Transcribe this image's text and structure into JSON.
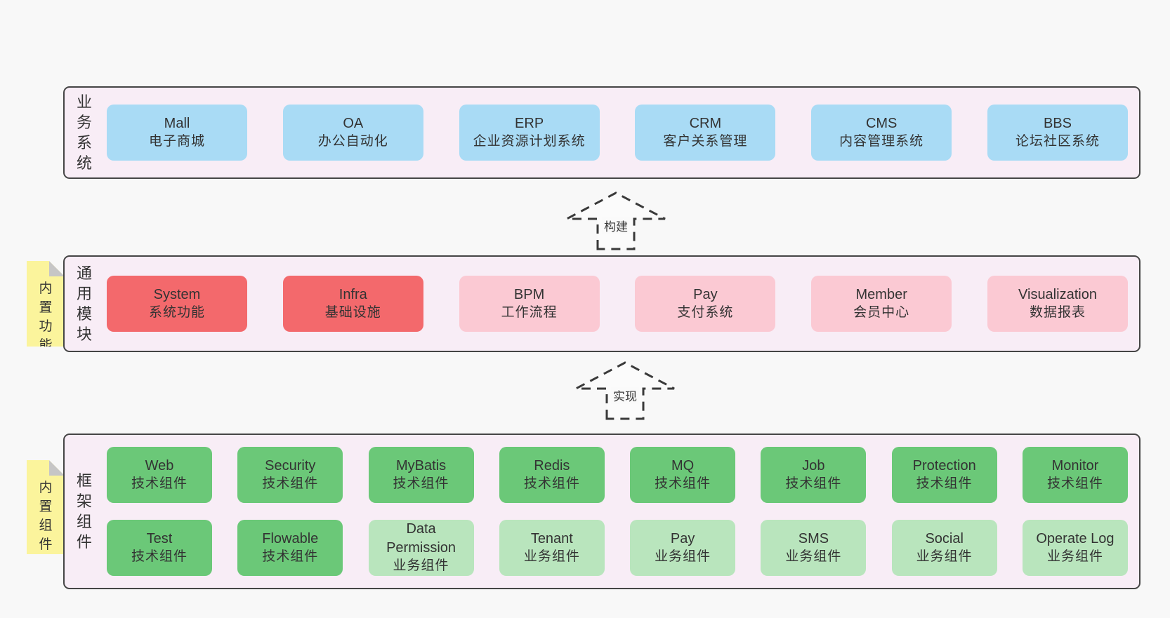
{
  "palette": {
    "page_background": "#f8f8f8",
    "band_background": "#f8edf6",
    "band_border": "#454545",
    "blue_box": "#a9dbf5",
    "red_box": "#f3696c",
    "pink_box": "#fbc9d3",
    "green_box": "#6bc878",
    "green_light_box": "#b9e5bd",
    "sticky_yellow": "#fbf49c",
    "sticky_fold_gray": "#c6c6c6",
    "arrow_dash": "#3a3a3a",
    "text": "#333333"
  },
  "arrows": [
    {
      "label": "构建"
    },
    {
      "label": "实现"
    }
  ],
  "bands": [
    {
      "label": "业务系统",
      "boxes": [
        {
          "name": "Mall",
          "desc": "电子商城",
          "variant": "blue"
        },
        {
          "name": "OA",
          "desc": "办公自动化",
          "variant": "blue"
        },
        {
          "name": "ERP",
          "desc": "企业资源计划系统",
          "variant": "blue"
        },
        {
          "name": "CRM",
          "desc": "客户关系管理",
          "variant": "blue"
        },
        {
          "name": "CMS",
          "desc": "内容管理系统",
          "variant": "blue"
        },
        {
          "name": "BBS",
          "desc": "论坛社区系统",
          "variant": "blue"
        }
      ]
    },
    {
      "label": "通用模块",
      "sticky": "内置功能",
      "boxes": [
        {
          "name": "System",
          "desc": "系统功能",
          "variant": "red"
        },
        {
          "name": "Infra",
          "desc": "基础设施",
          "variant": "red"
        },
        {
          "name": "BPM",
          "desc": "工作流程",
          "variant": "pink"
        },
        {
          "name": "Pay",
          "desc": "支付系统",
          "variant": "pink"
        },
        {
          "name": "Member",
          "desc": "会员中心",
          "variant": "pink"
        },
        {
          "name": "Visualization",
          "desc": "数据报表",
          "variant": "pink"
        }
      ]
    },
    {
      "label": "框架组件",
      "sticky": "内置组件",
      "rows": [
        [
          {
            "name": "Web",
            "desc": "技术组件",
            "variant": "green"
          },
          {
            "name": "Security",
            "desc": "技术组件",
            "variant": "green"
          },
          {
            "name": "MyBatis",
            "desc": "技术组件",
            "variant": "green"
          },
          {
            "name": "Redis",
            "desc": "技术组件",
            "variant": "green"
          },
          {
            "name": "MQ",
            "desc": "技术组件",
            "variant": "green"
          },
          {
            "name": "Job",
            "desc": "技术组件",
            "variant": "green"
          },
          {
            "name": "Protection",
            "desc": "技术组件",
            "variant": "green"
          },
          {
            "name": "Monitor",
            "desc": "技术组件",
            "variant": "green"
          }
        ],
        [
          {
            "name": "Test",
            "desc": "技术组件",
            "variant": "green"
          },
          {
            "name": "Flowable",
            "desc": "技术组件",
            "variant": "green"
          },
          {
            "name": "Data Permission",
            "desc": "业务组件",
            "variant": "green-light"
          },
          {
            "name": "Tenant",
            "desc": "业务组件",
            "variant": "green-light"
          },
          {
            "name": "Pay",
            "desc": "业务组件",
            "variant": "green-light"
          },
          {
            "name": "SMS",
            "desc": "业务组件",
            "variant": "green-light"
          },
          {
            "name": "Social",
            "desc": "业务组件",
            "variant": "green-light"
          },
          {
            "name": "Operate Log",
            "desc": "业务组件",
            "variant": "green-light"
          }
        ]
      ]
    }
  ]
}
